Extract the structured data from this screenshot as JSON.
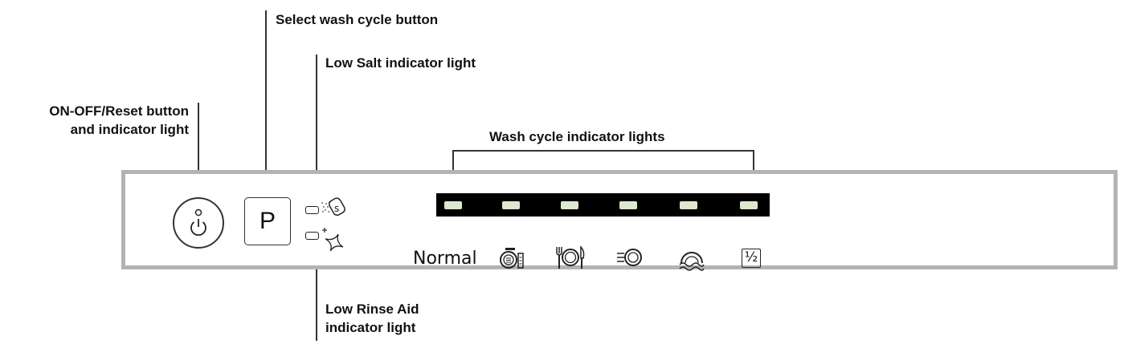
{
  "callouts": {
    "select_wash_cycle": "Select wash cycle button",
    "low_salt": "Low Salt indicator light",
    "on_off_line1": "ON-OFF/Reset button",
    "on_off_line2": "and indicator light",
    "wash_cycle_lights": "Wash cycle indicator lights",
    "low_rinse_line1": "Low Rinse Aid",
    "low_rinse_line2": "indicator light"
  },
  "panel": {
    "program_button_label": "P",
    "cycles": [
      {
        "label": "Normal",
        "icon": "normal-cycle"
      },
      {
        "label": "",
        "icon": "pots-pans-icon"
      },
      {
        "label": "",
        "icon": "fork-plate-knife-icon"
      },
      {
        "label": "",
        "icon": "quick-wash-icon"
      },
      {
        "label": "",
        "icon": "rinse-wave-icon"
      },
      {
        "label": "",
        "icon": "half-load-icon"
      }
    ],
    "half_load_symbol": "½"
  },
  "colors": {
    "panel_border": "#b3b3b3",
    "led_bar": "#000000",
    "led_light": "#dde8cc"
  }
}
